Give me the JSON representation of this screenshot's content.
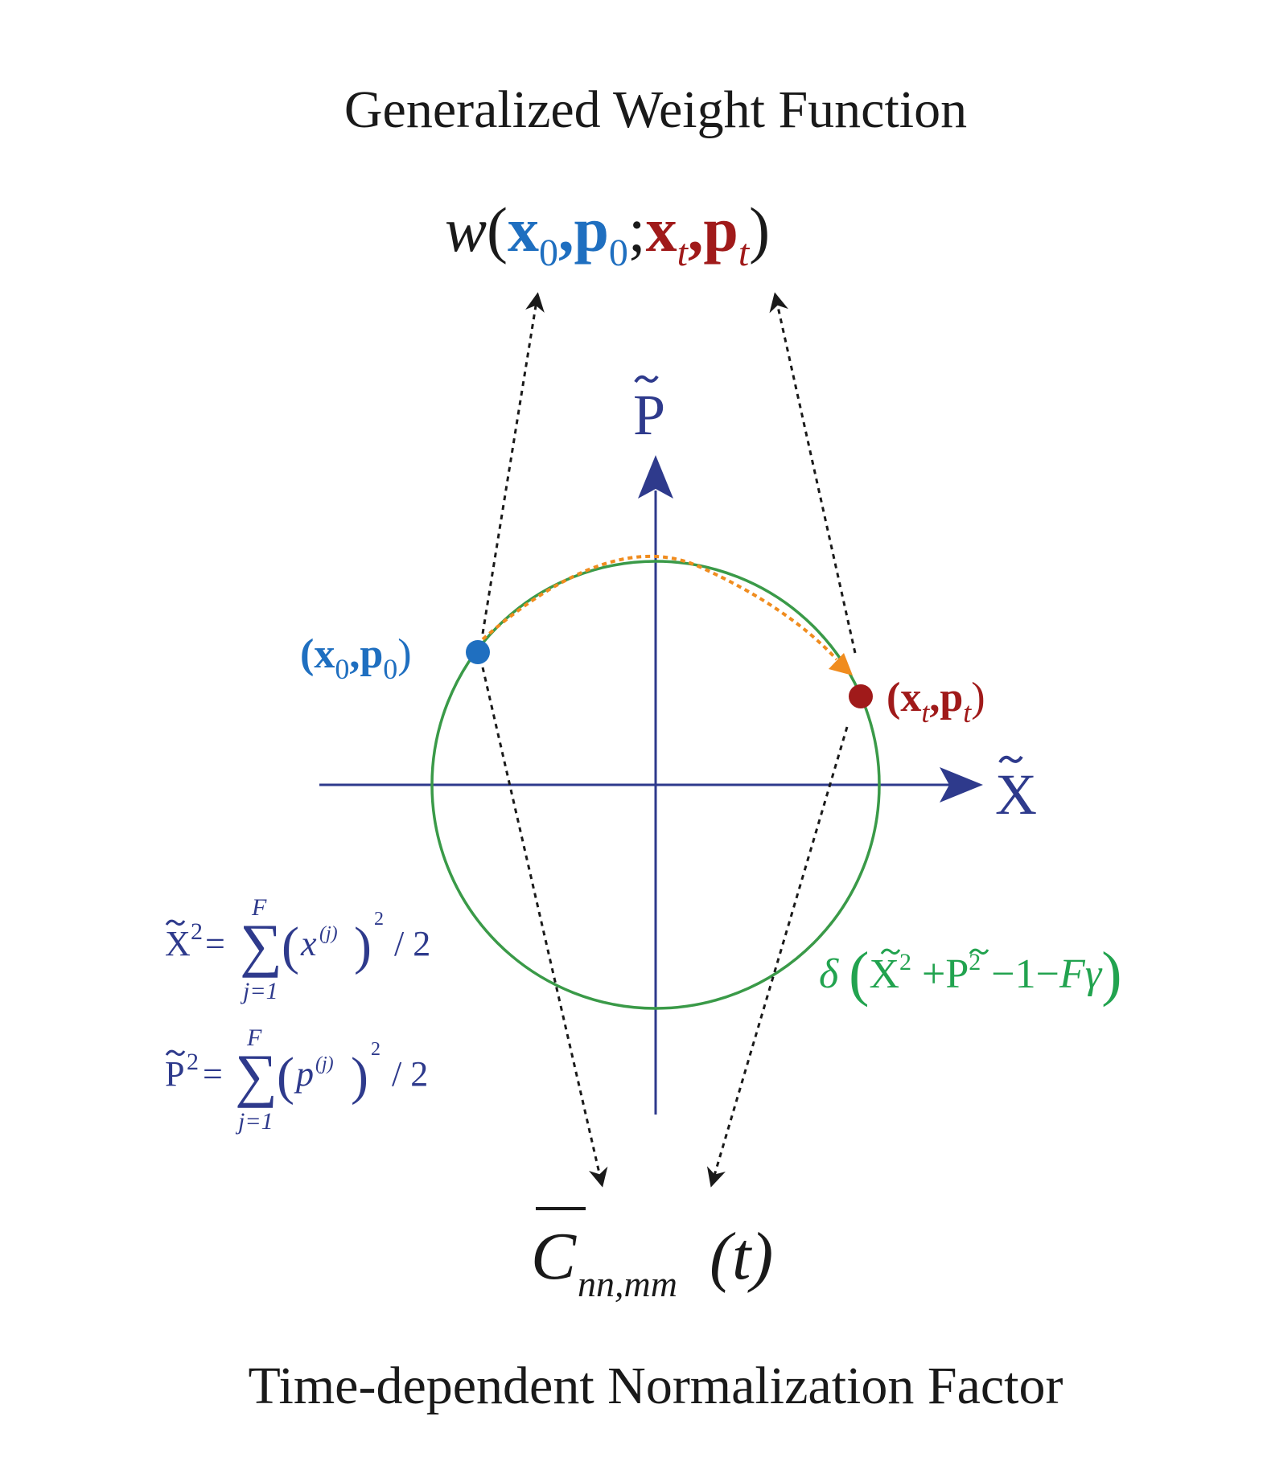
{
  "title": "Generalized Weight Function",
  "footer": "Time-dependent Normalization Factor",
  "weight_function": {
    "w": "w",
    "x0": "x",
    "sub0a": "0",
    "p0": "p",
    "sub0b": "0",
    "xt": "x",
    "subta": "t",
    "pt": "p",
    "subtb": "t"
  },
  "axes": {
    "x_label": "X",
    "y_label": "P"
  },
  "point_initial": {
    "x": "x",
    "sub1": "0",
    "p": "p",
    "sub2": "0"
  },
  "point_final": {
    "x": "x",
    "sub1": "t",
    "p": "p",
    "sub2": "t"
  },
  "delta": {
    "symbol": "δ",
    "x": "X",
    "sup1": "2",
    "plus": "+",
    "p": "P",
    "sup2": "2",
    "minus_one": "−1−",
    "F": "F",
    "gamma": "γ"
  },
  "eq_x": {
    "lhs": "X",
    "sup": "2",
    "eq": "=",
    "upper": "F",
    "lower": "j=1",
    "var": "x",
    "var_sup": "(j)",
    "outer_sup": "2",
    "tail": "/ 2"
  },
  "eq_p": {
    "lhs": "P",
    "sup": "2",
    "eq": "=",
    "upper": "F",
    "lower": "j=1",
    "var": "p",
    "var_sup": "(j)",
    "outer_sup": "2",
    "tail": "/ 2"
  },
  "normalization": {
    "C": "C",
    "sub": "nn,mm",
    "arg": "(t)"
  },
  "colors": {
    "axis": "#2e3a8c",
    "circle": "#3a9a48",
    "initial": "#1f6fc0",
    "final": "#a01a1a",
    "arrow": "#f08c1e",
    "text": "#1a1a1a",
    "delta": "#22a34f"
  }
}
